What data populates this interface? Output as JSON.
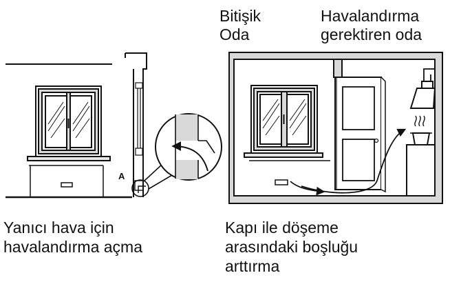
{
  "labels": {
    "adjacent_room": [
      "Bitişik",
      "Oda"
    ],
    "ventilated_room": [
      "Havalandırma",
      "gerektiren oda"
    ],
    "detail_marker": "A",
    "left_caption": [
      "Yanıcı hava için",
      "havalandırma açma"
    ],
    "right_caption": [
      "Kapı ile döşeme",
      "arasındaki boşluğu",
      "arttırma"
    ]
  },
  "colors": {
    "ink": "#111111",
    "wall_fill": "#d9d9d9",
    "sill_fill": "#e6e6e6",
    "background": "#ffffff"
  }
}
